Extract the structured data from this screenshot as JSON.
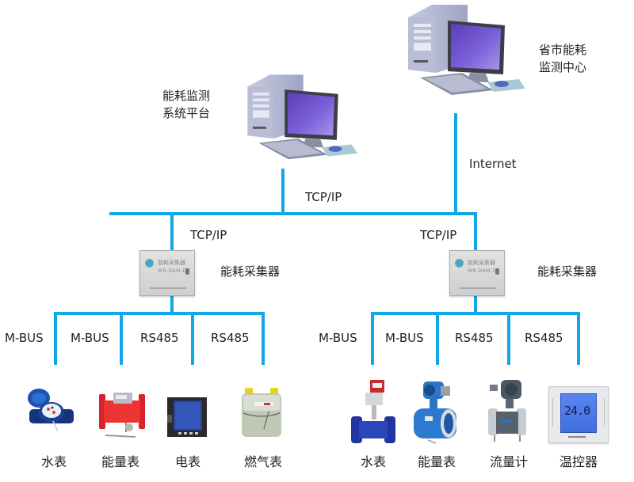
{
  "nodes": {
    "provincial_center": {
      "label_line1": "省市能耗",
      "label_line2": "监测中心",
      "icon": "desktop-computer-icon"
    },
    "platform": {
      "label_line1": "能耗监测",
      "label_line2": "系统平台",
      "icon": "desktop-computer-icon"
    },
    "collector_left": {
      "label": "能耗采集器",
      "panel_title": "能耗采集器",
      "panel_model": "WR-DAM-D3",
      "icon": "data-collector-icon"
    },
    "collector_right": {
      "label": "能耗采集器",
      "panel_title": "能耗采集器",
      "panel_model": "WR-DAM-D3",
      "icon": "data-collector-icon"
    }
  },
  "links": {
    "internet": "Internet",
    "platform_bus": "TCP/IP",
    "collector_left_link": "TCP/IP",
    "collector_right_link": "TCP/IP"
  },
  "left_group": {
    "protocols": [
      "M-BUS",
      "M-BUS",
      "RS485",
      "RS485"
    ],
    "devices": [
      {
        "label": "水表",
        "icon": "water-meter-icon"
      },
      {
        "label": "能量表",
        "icon": "energy-meter-icon"
      },
      {
        "label": "电表",
        "icon": "electric-meter-icon"
      },
      {
        "label": "燃气表",
        "icon": "gas-meter-icon"
      }
    ]
  },
  "right_group": {
    "protocols": [
      "M-BUS",
      "M-BUS",
      "RS485",
      "RS485"
    ],
    "devices": [
      {
        "label": "水表",
        "icon": "water-meter-icon"
      },
      {
        "label": "能量表",
        "icon": "energy-meter-icon"
      },
      {
        "label": "流量计",
        "icon": "flow-meter-icon"
      },
      {
        "label": "温控器",
        "icon": "thermostat-icon"
      }
    ],
    "thermostat_display": "24.0"
  },
  "colors": {
    "bus_line": "#12a8e8",
    "screen": "#6a4fc8",
    "text": "#222222"
  }
}
